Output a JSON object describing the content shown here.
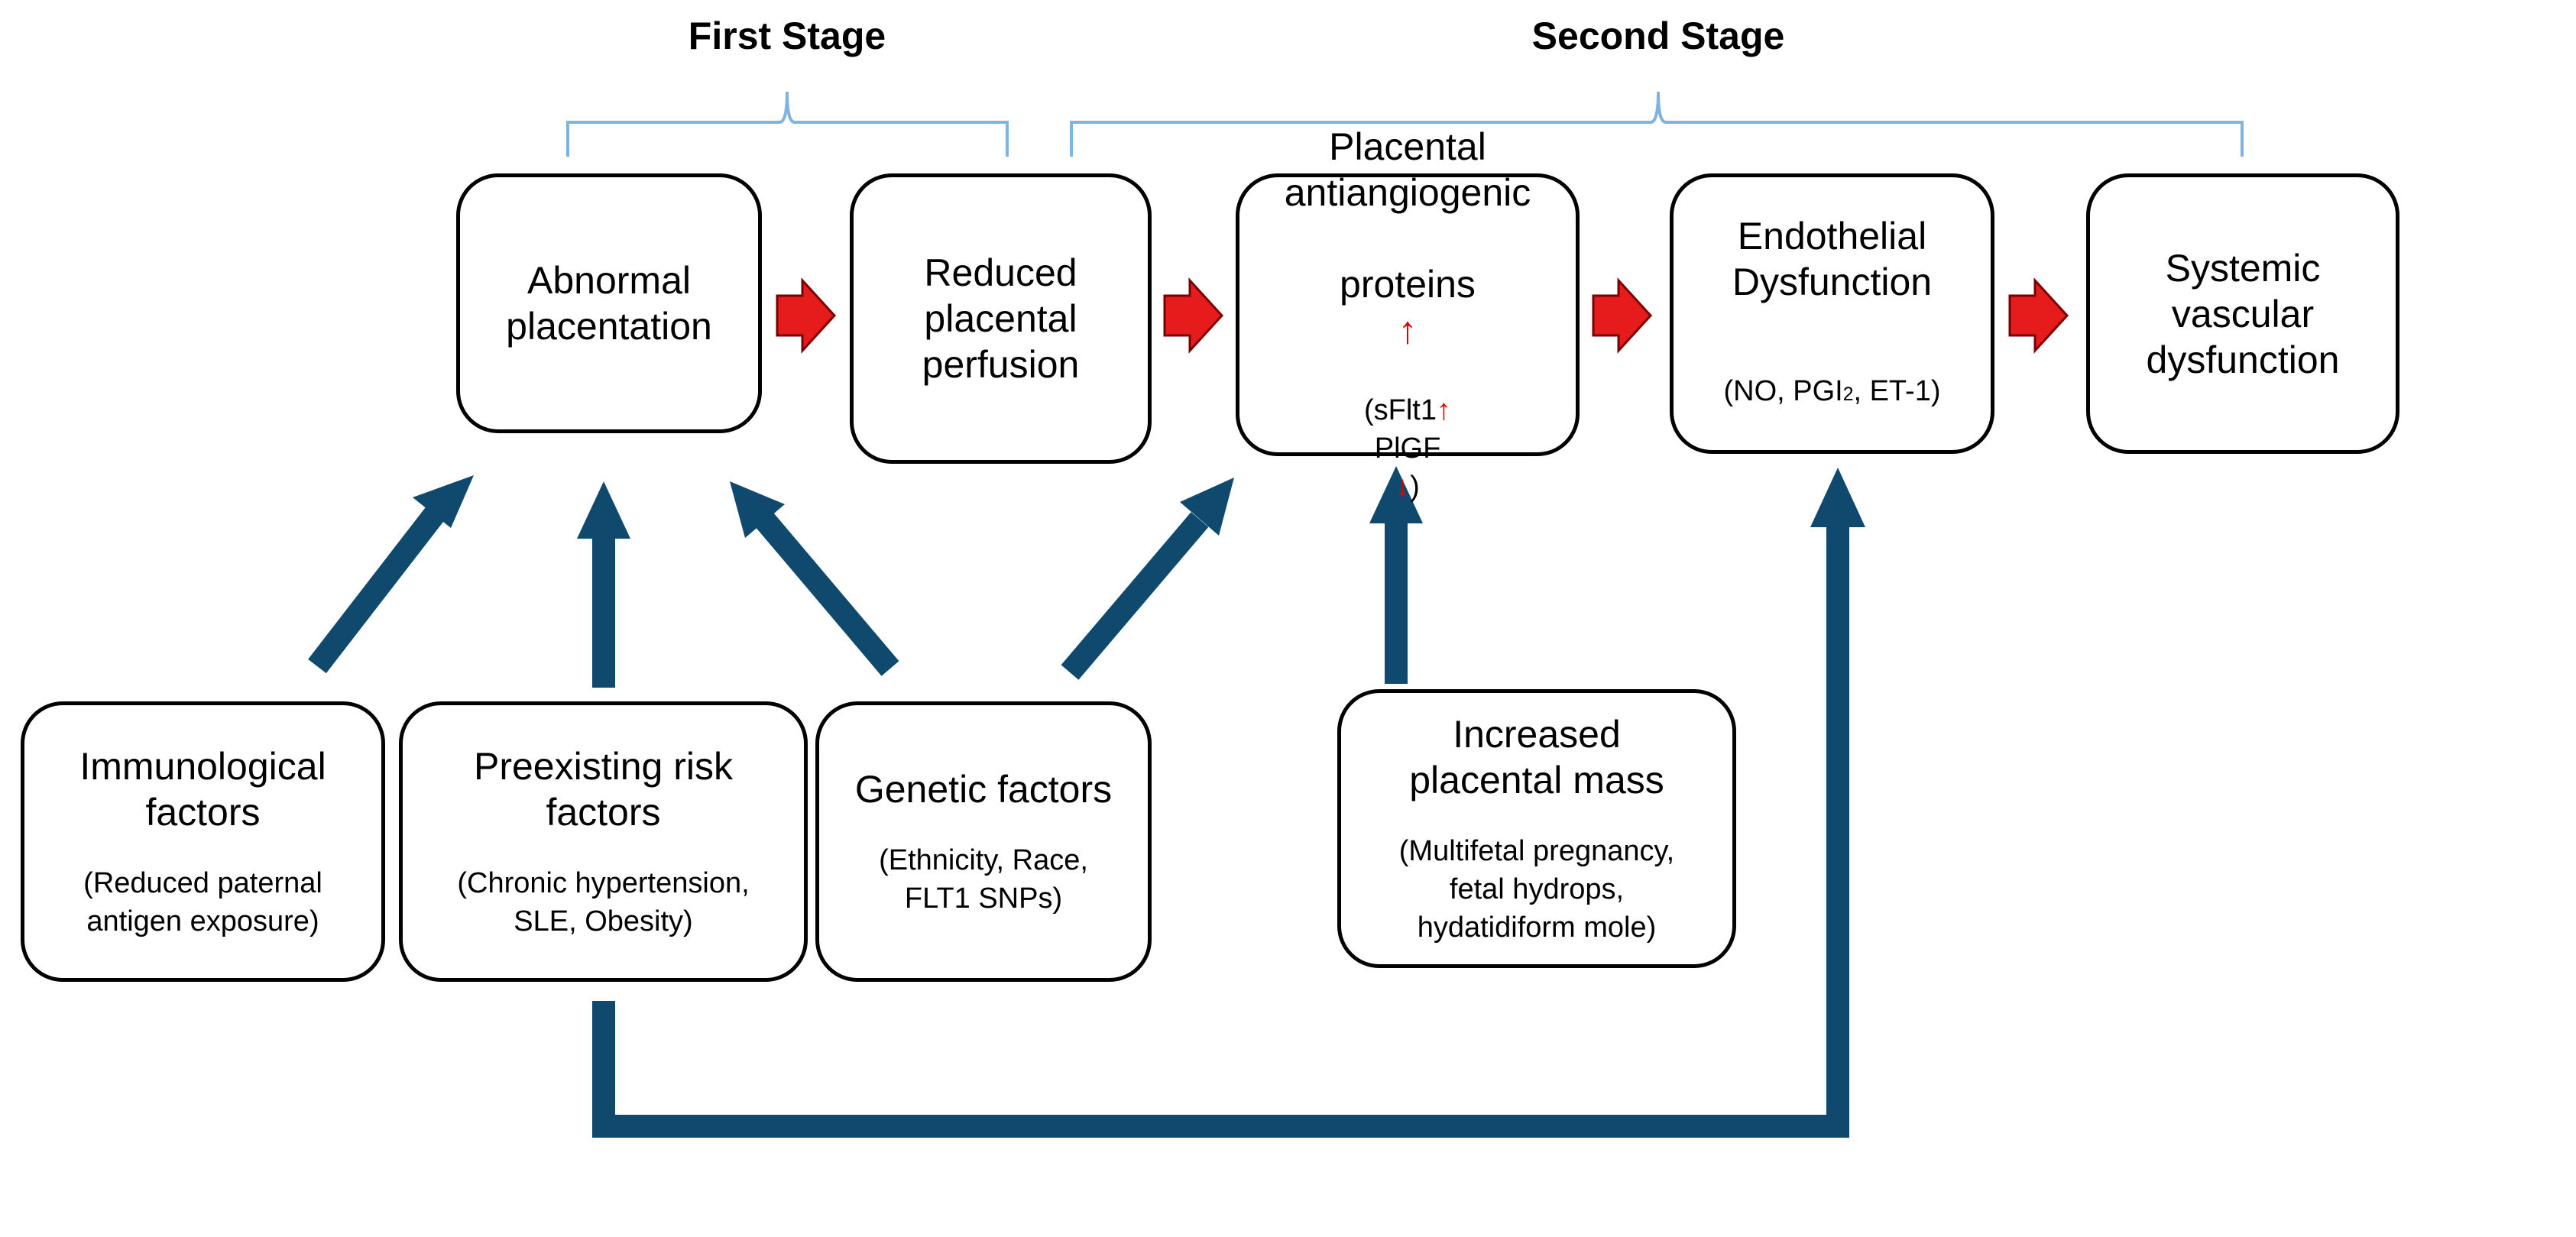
{
  "stages": {
    "first": "First Stage",
    "second": "Second Stage"
  },
  "top_boxes": {
    "abnormal_placentation": "Abnormal\nplacentation",
    "reduced_perfusion": "Reduced\nplacental\nperfusion",
    "antiangiogenic": {
      "line1": "Placental\nantiangiogenic",
      "line2": "proteins",
      "sub_a": "(sFlt1",
      "sub_b": "PlGF",
      "sub_c": ")"
    },
    "endothelial": {
      "main": "Endothelial\nDysfunction",
      "sub_a": "(NO, PGI",
      "sub_sub": "2",
      "sub_b": ", ET-1)"
    },
    "systemic": "Systemic\nvascular\ndysfunction"
  },
  "bottom_boxes": {
    "immunological": {
      "main": "Immunological\nfactors",
      "sub": "(Reduced paternal\nantigen exposure)"
    },
    "preexisting": {
      "main": "Preexisting risk\nfactors",
      "sub": "(Chronic hypertension,\nSLE, Obesity)"
    },
    "genetic": {
      "main": "Genetic factors",
      "sub": "(Ethnicity, Race,\nFLT1 SNPs)"
    },
    "placental_mass": {
      "main": "Increased\nplacental mass",
      "sub": "(Multifetal pregnancy,\nfetal hydrops,\nhydatidiform mole)"
    }
  },
  "symbols": {
    "up": "↑",
    "down": "↓"
  },
  "colors": {
    "bracket": "#7fb3e0",
    "flow_arrow": "#e61c1c",
    "flow_arrow_stroke": "#7a0000",
    "influence_arrow": "#0f4a6e"
  }
}
